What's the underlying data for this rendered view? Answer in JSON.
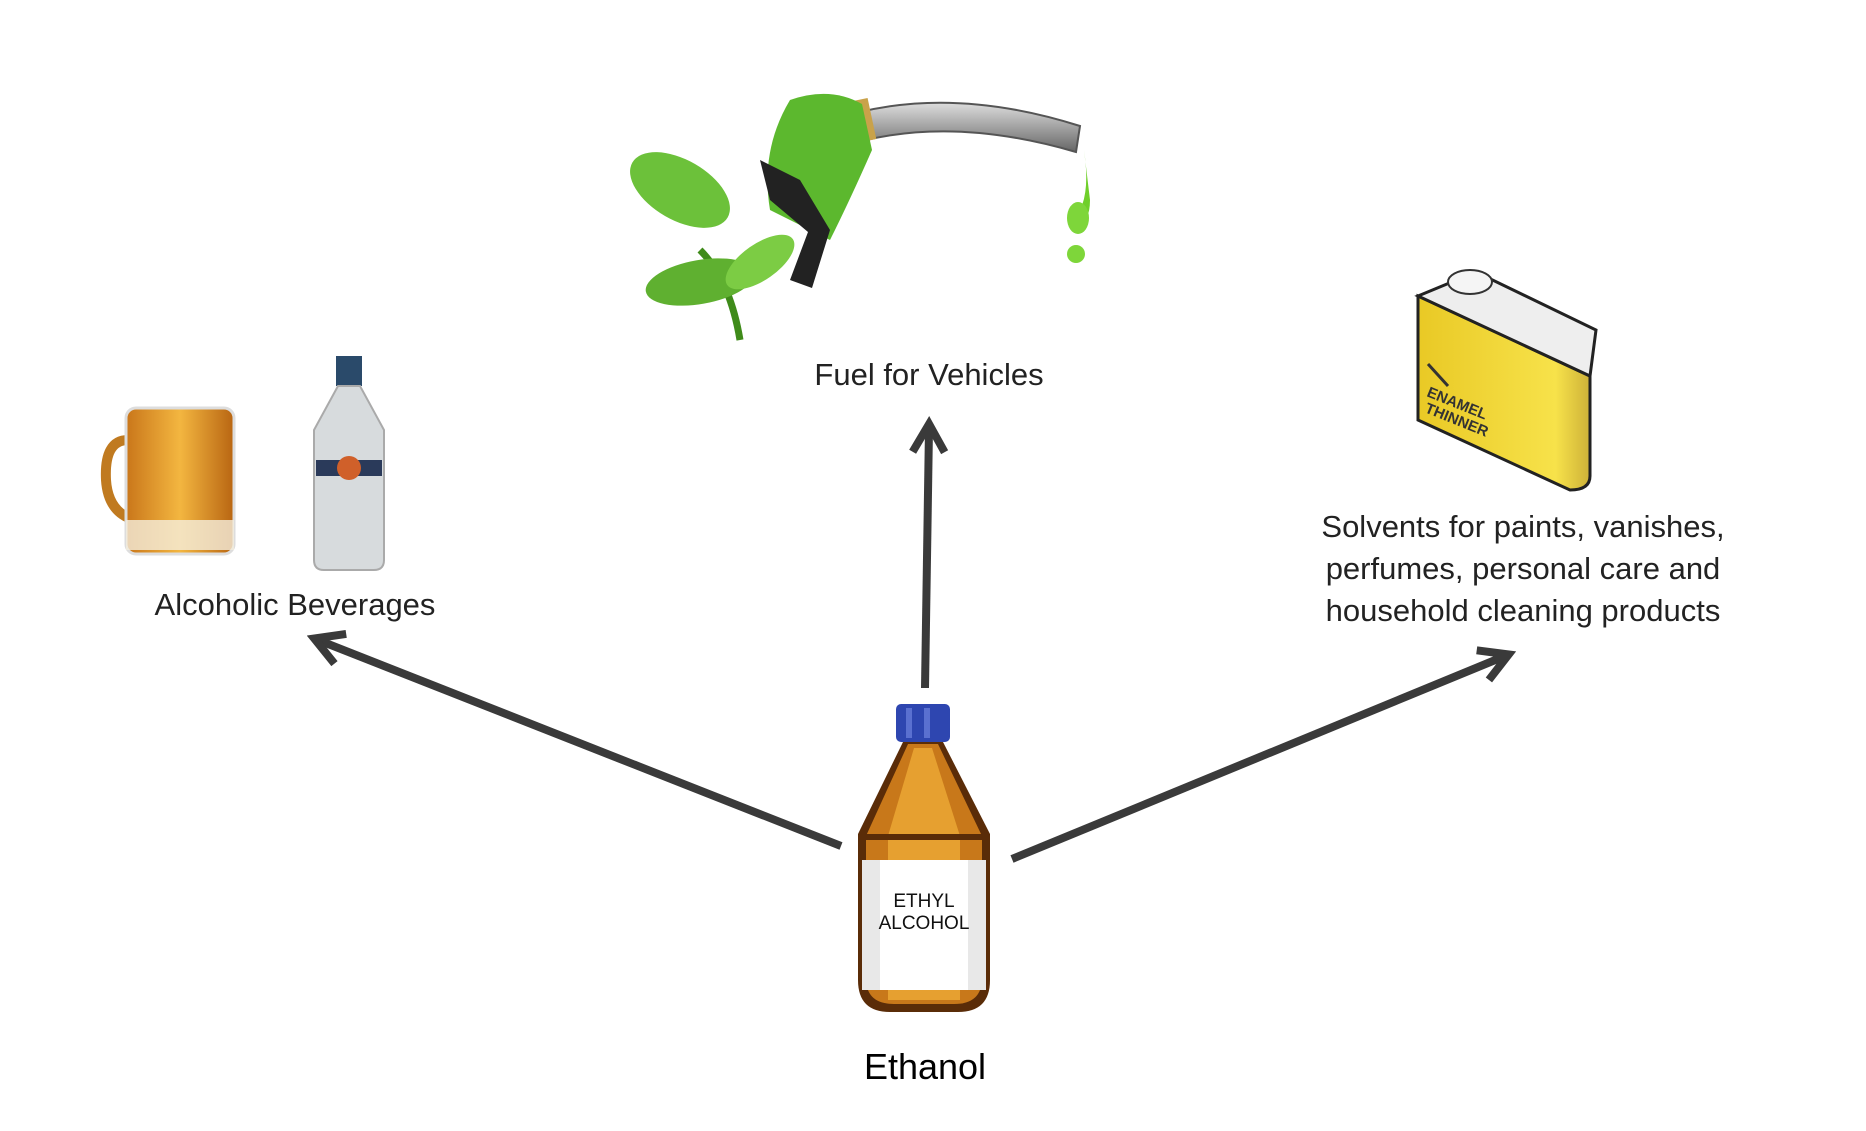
{
  "center": {
    "label": "Ethanol",
    "bottle_label_line1": "ETHYL",
    "bottle_label_line2": "ALCOHOL",
    "icon": "ethanol-bottle"
  },
  "uses": [
    {
      "label": "Fuel for Vehicles",
      "icon": "fuel-pump-nozzle-with-leaves"
    },
    {
      "label": "Alcoholic Beverages",
      "icon": "beer-mug-and-liquor-bottle"
    },
    {
      "label_lines": [
        "Solvents for paints, vanishes,",
        "perfumes, personal care and",
        "household cleaning products"
      ],
      "icon": "enamel-thinner-can",
      "can_text": "ENAMEL THINNER"
    }
  ],
  "colors": {
    "arrow": "#3a3a3a",
    "cap": "#2e46b0",
    "bottle": "#c8781a",
    "can": "#f2d535",
    "pump": "#5cb82e"
  }
}
